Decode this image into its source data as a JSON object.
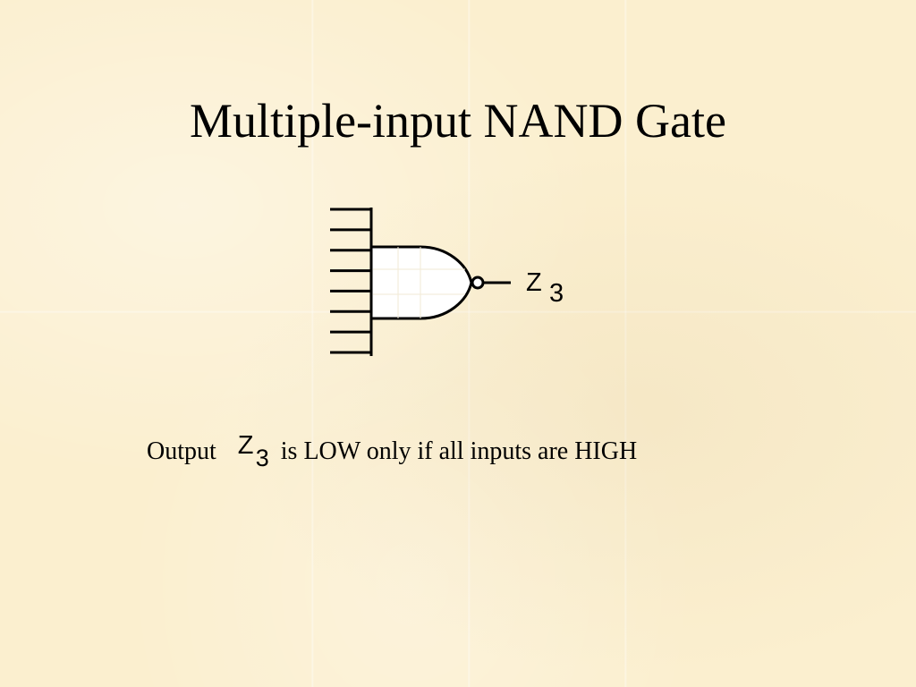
{
  "slide": {
    "title": "Multiple-input NAND Gate"
  },
  "gate": {
    "type": "NAND",
    "input_count": 8,
    "output_label": "Z",
    "output_subscript": "3"
  },
  "caption": {
    "prefix": "Output",
    "variable": "Z",
    "variable_subscript": "3",
    "suffix": "is LOW only if all inputs are HIGH"
  }
}
